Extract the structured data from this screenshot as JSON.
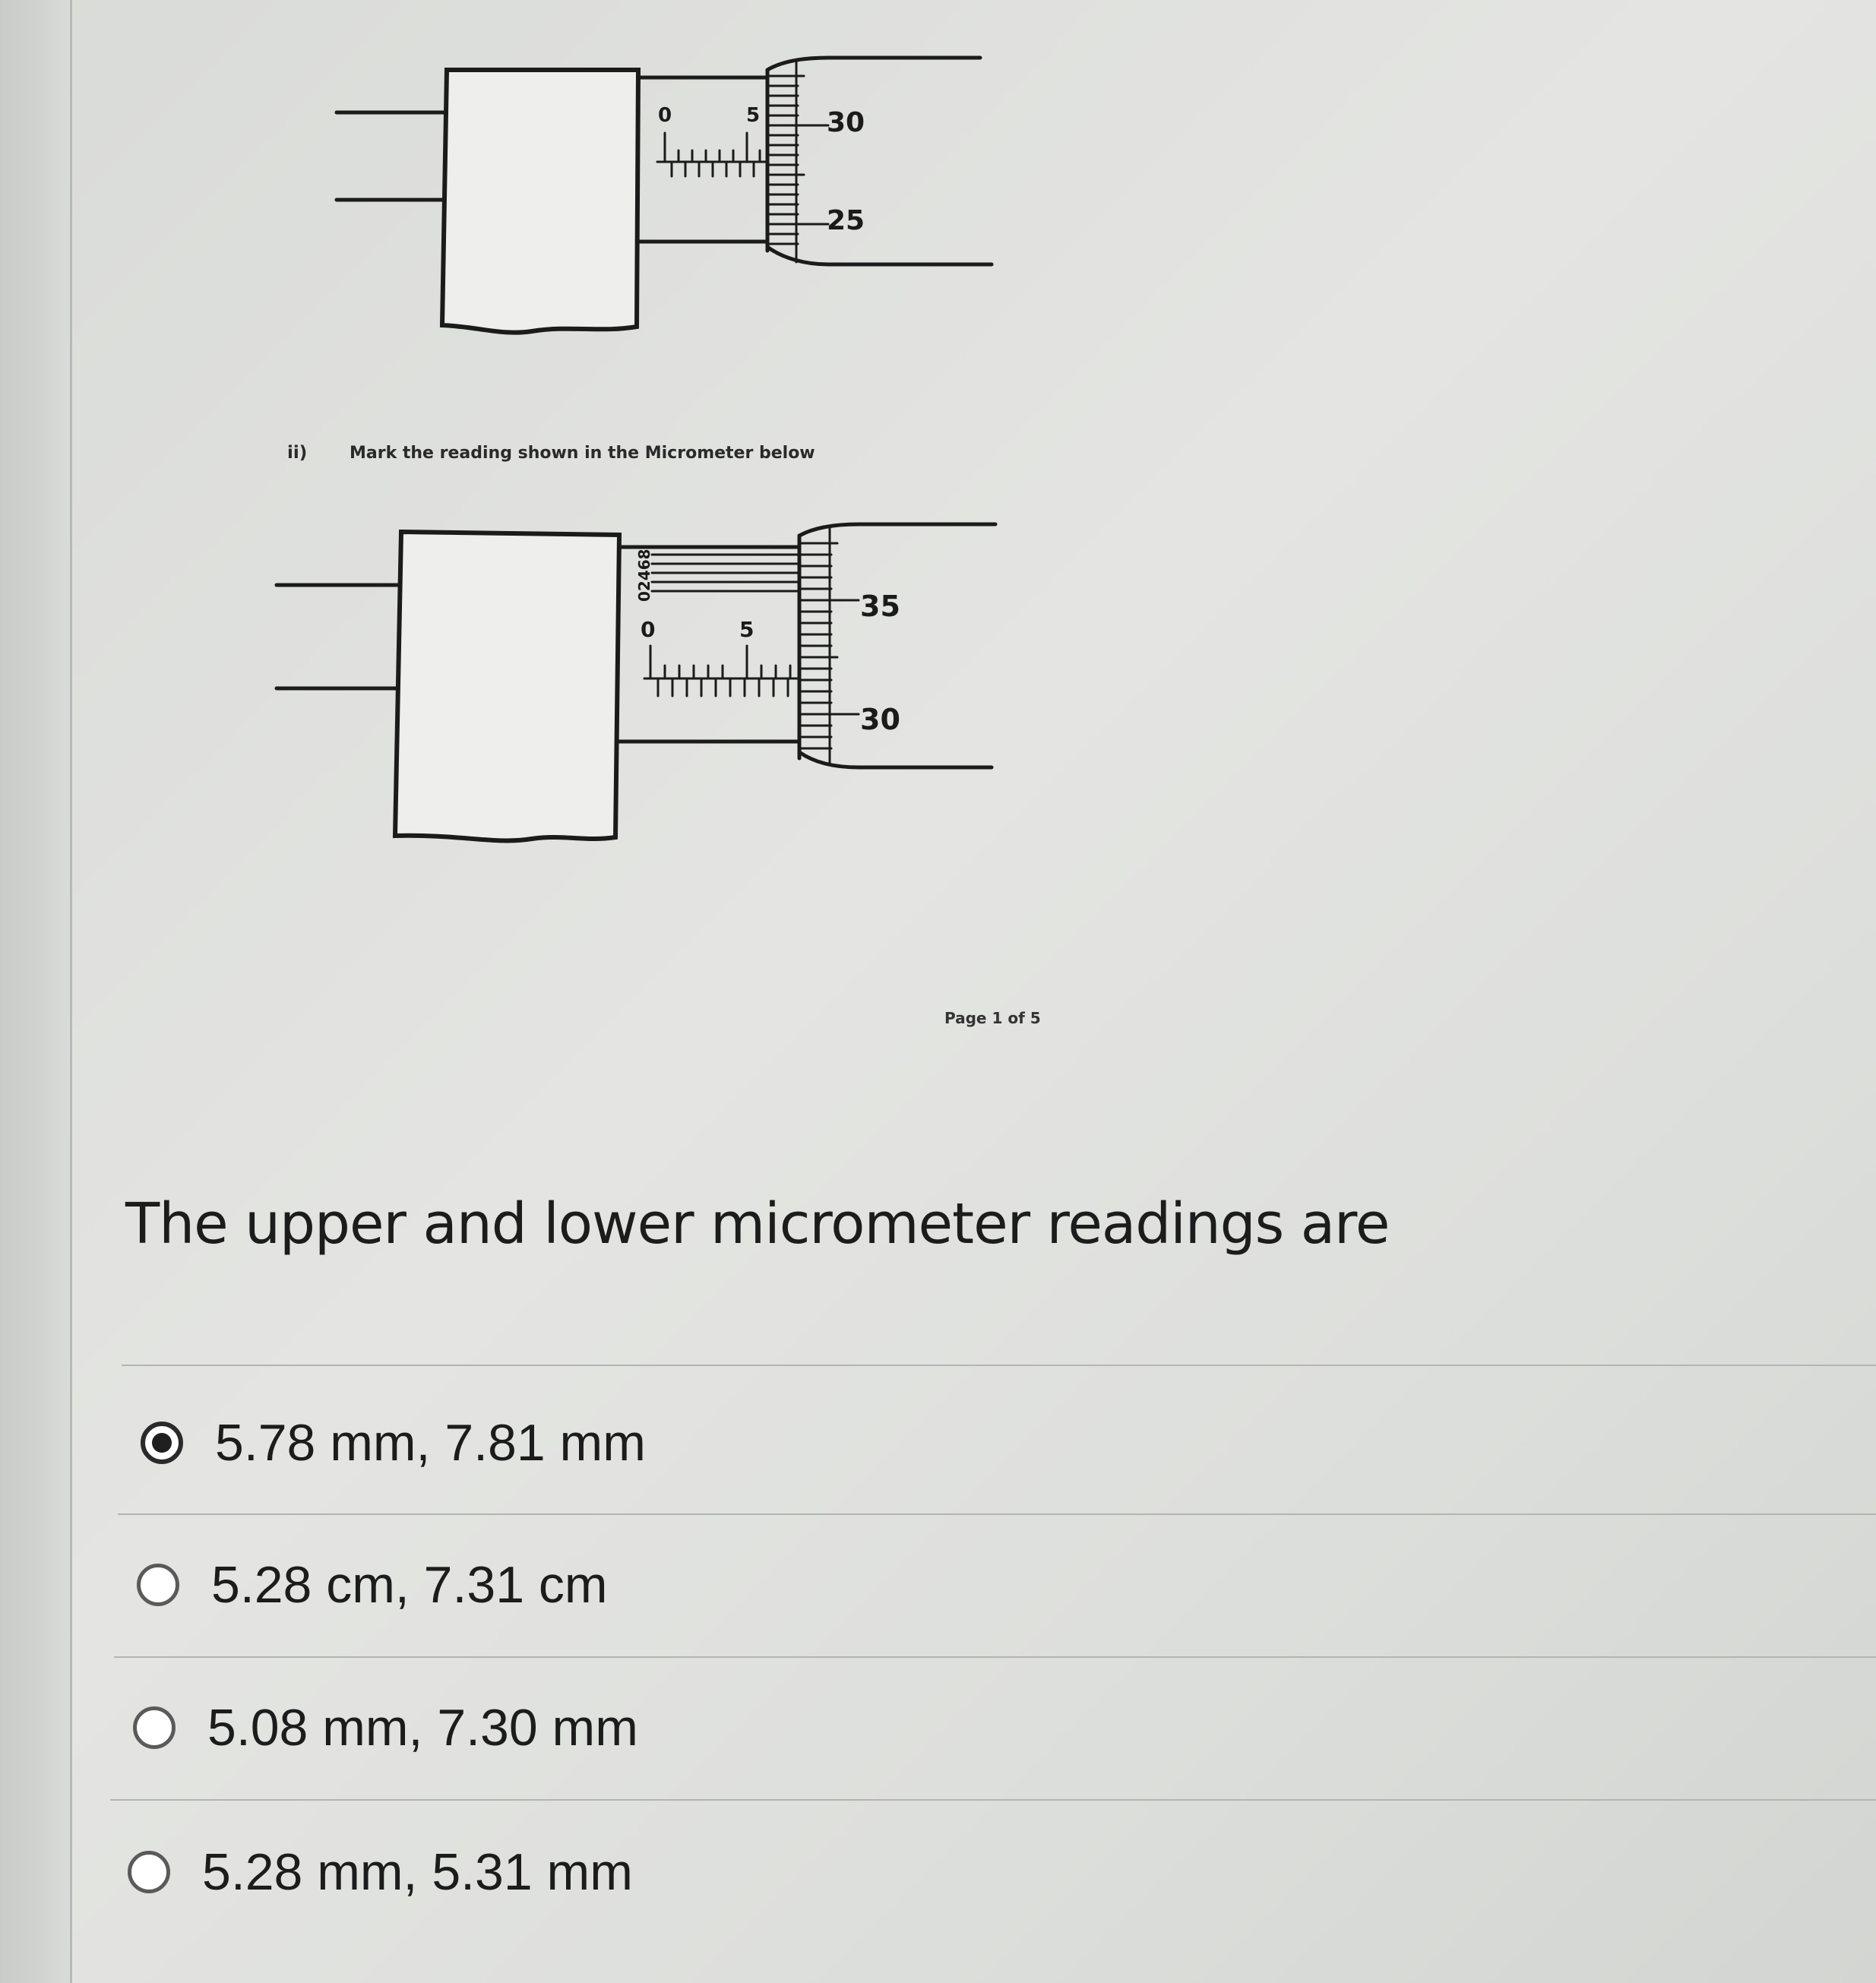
{
  "document": {
    "upper_micrometer": {
      "sleeve_labels": [
        "0",
        "5"
      ],
      "thimble_labels": [
        "30",
        "25"
      ]
    },
    "lower_micrometer": {
      "vernier_label": "02468",
      "sleeve_labels": [
        "0",
        "5"
      ],
      "thimble_labels": [
        "35",
        "30"
      ]
    },
    "question_number": "ii)",
    "question_text": "Mark the reading shown in the Micrometer below",
    "page_number": "Page 1 of 5"
  },
  "quiz": {
    "prompt": "The upper and lower micrometer readings are",
    "options": [
      {
        "label": "5.78 mm, 7.81 mm",
        "selected": true
      },
      {
        "label": "5.28 cm, 7.31 cm",
        "selected": false
      },
      {
        "label": "5.08 mm, 7.30 mm",
        "selected": false
      },
      {
        "label": "5.28 mm, 5.31 mm",
        "selected": false
      }
    ]
  }
}
